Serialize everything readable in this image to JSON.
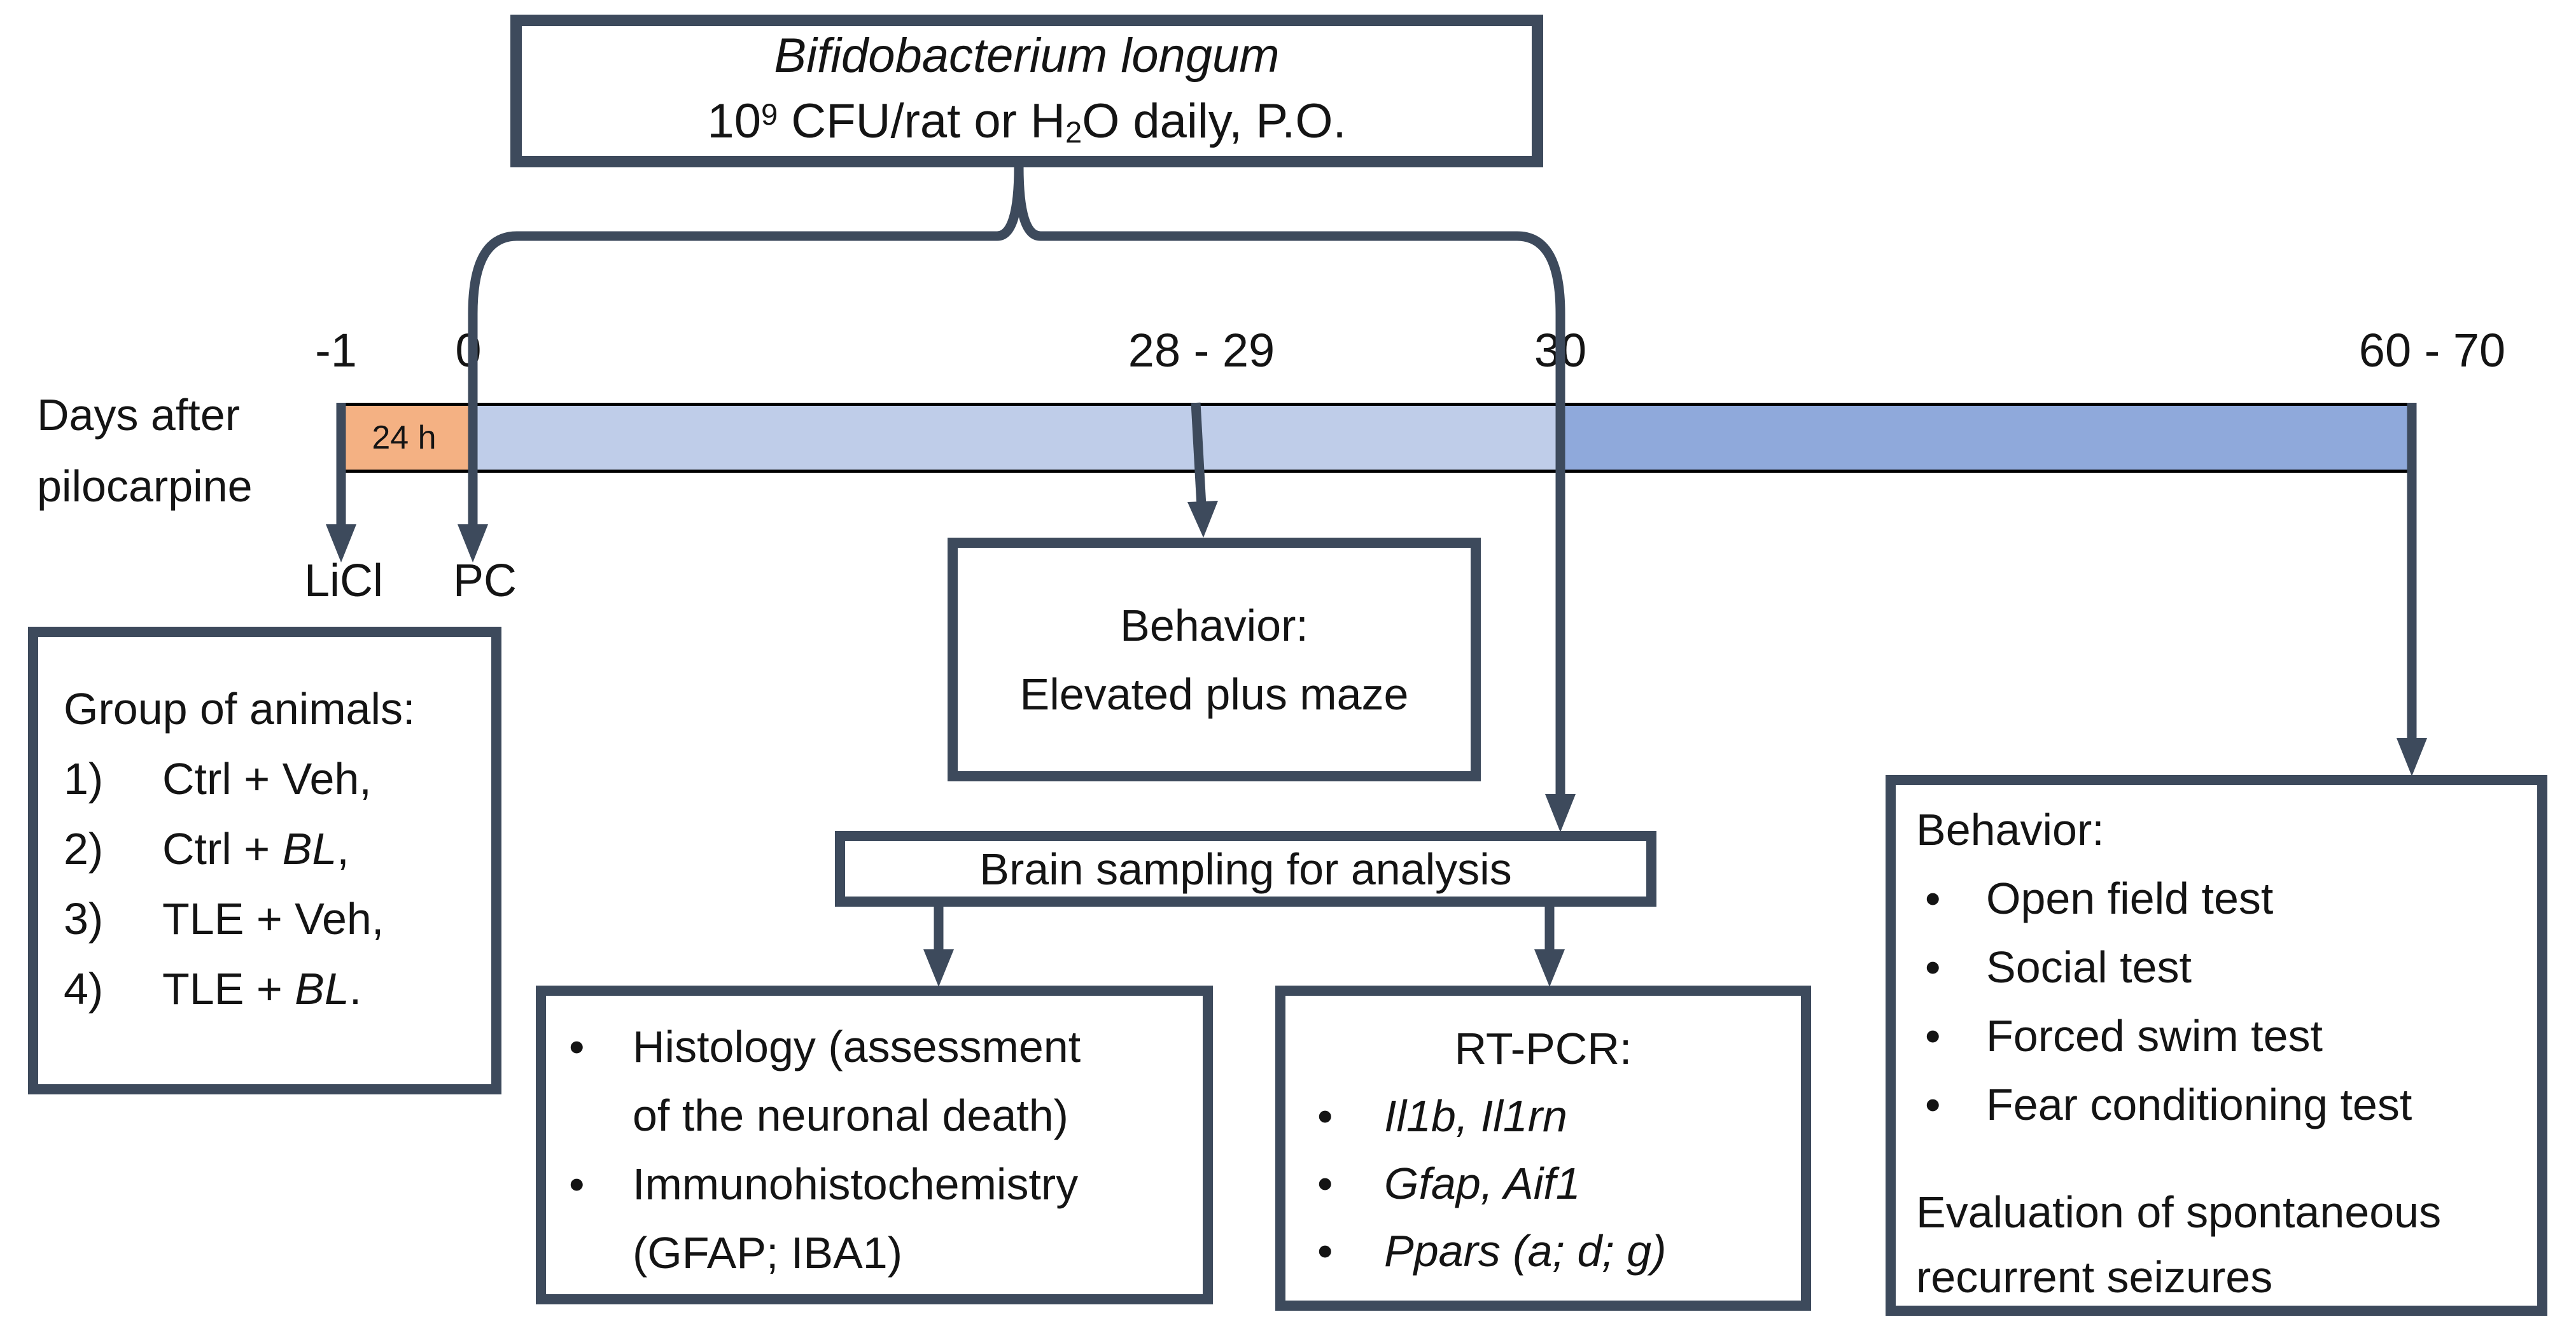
{
  "diagram": {
    "bullet": "•",
    "title_box": {
      "line1": "Bifidobacterium longum",
      "line2_prefix": "10",
      "line2_sup": "9",
      "line2_mid": " CFU/rat or H",
      "line2_sub": "2",
      "line2_suffix": "O daily, P.O."
    },
    "timeline": {
      "axis_label": "Days after\npilocarpine",
      "tick_m1": "-1",
      "tick_0": "0",
      "tick_28": "28 - 29",
      "tick_30": "30",
      "tick_60": "60 - 70",
      "duration_label": "24 h",
      "event_licl": "LiCl",
      "event_pc": "PC",
      "colors": {
        "orange_segment": "#F4B183",
        "light_blue_segment": "#BFCDE9",
        "dark_blue_segment": "#8FA9DB",
        "line_color": "#3D4A5C"
      }
    },
    "group_box": {
      "heading": "Group of animals:",
      "items": [
        {
          "num": "1)",
          "pre": "Ctrl + Veh,",
          "it": "",
          "post": ""
        },
        {
          "num": "2)",
          "pre": "Ctrl + ",
          "it": "BL",
          "post": ","
        },
        {
          "num": "3)",
          "pre": "TLE + Veh,",
          "it": "",
          "post": ""
        },
        {
          "num": "4)",
          "pre": "TLE + ",
          "it": "BL",
          "post": "."
        }
      ]
    },
    "epm_box": {
      "line1": "Behavior:",
      "line2": "Elevated plus maze"
    },
    "sampling_box": {
      "label": "Brain sampling for analysis"
    },
    "histology_box": {
      "items": [
        "Histology (assessment of the neuronal death)",
        "Immunohistochemistry (GFAP; IBA1)"
      ]
    },
    "rtpcr_box": {
      "heading": "RT-PCR:",
      "items": [
        "Il1b, Il1rn",
        "Gfap, Aif1",
        "Ppars (a; d; g)"
      ]
    },
    "behavior_box": {
      "heading": "Behavior:",
      "items": [
        "Open field test",
        "Social test",
        "Forced swim test",
        "Fear conditioning test"
      ],
      "footer": "Evaluation of spontaneous recurrent seizures"
    }
  }
}
